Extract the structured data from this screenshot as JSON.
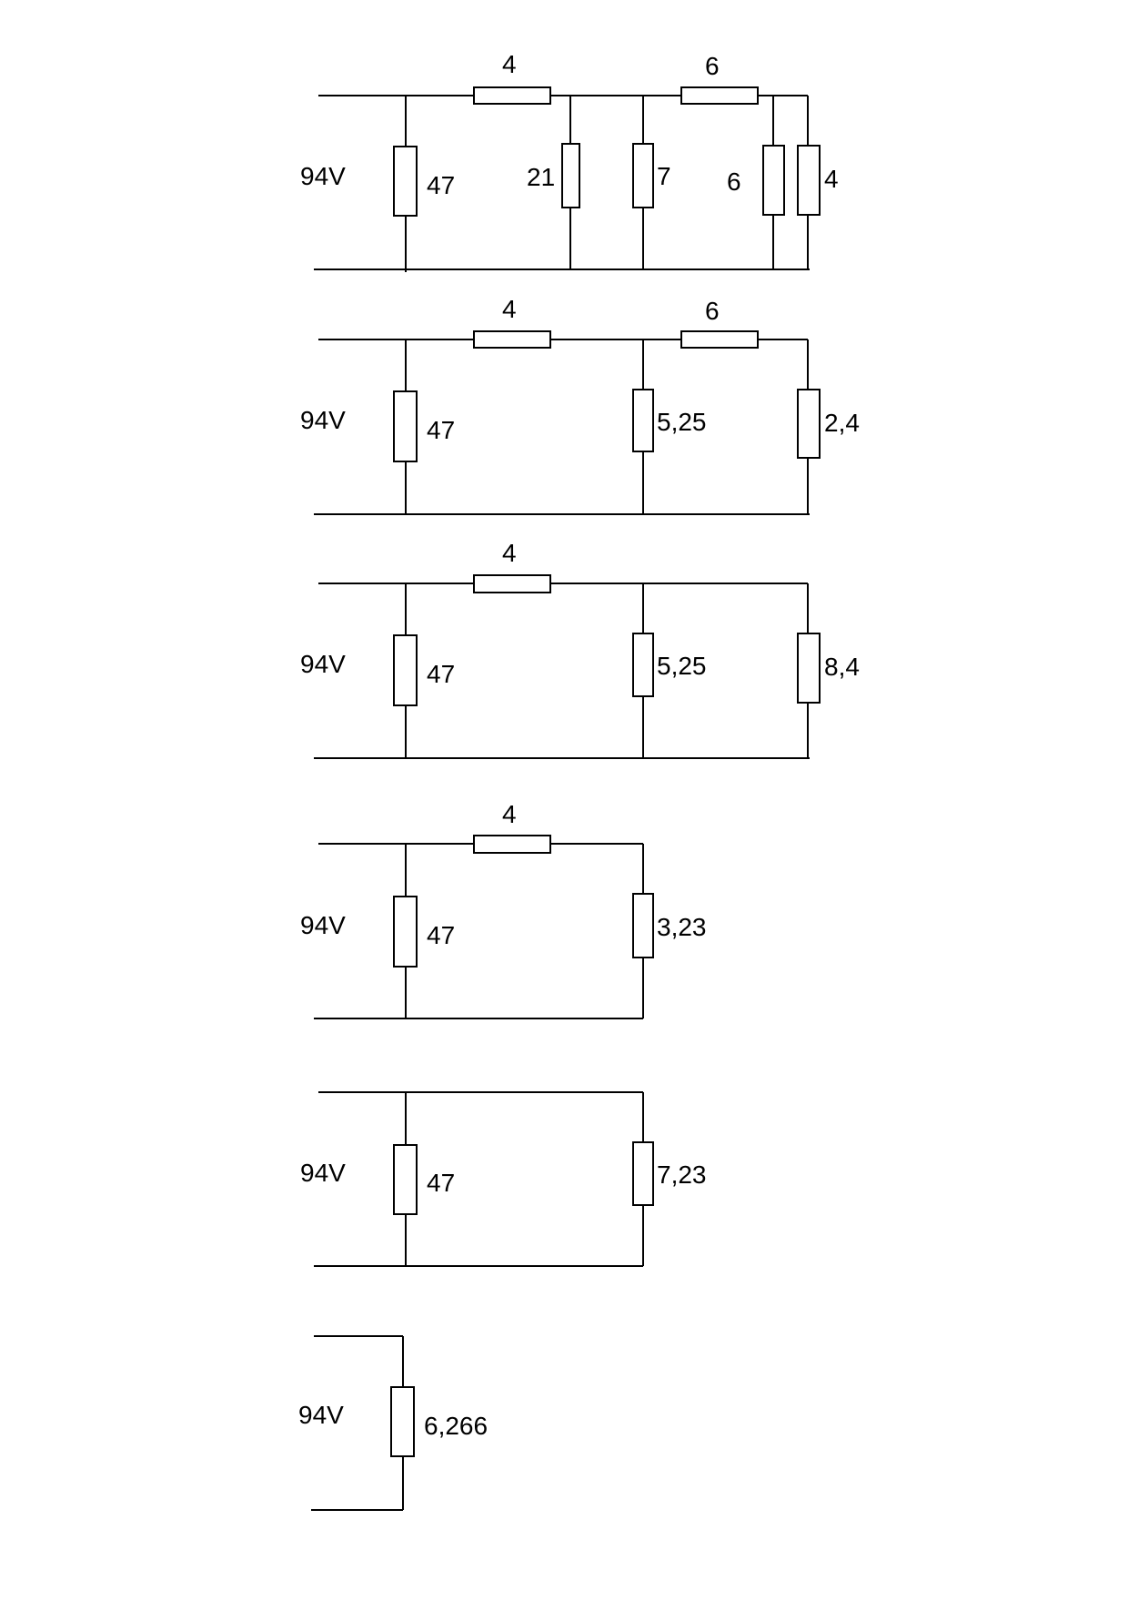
{
  "colors": {
    "wire": "#000000",
    "background": "#ffffff"
  },
  "diagrams": [
    {
      "source_label": "94V",
      "resistors": [
        {
          "value": "47"
        },
        {
          "value": "4"
        },
        {
          "value": "21"
        },
        {
          "value": "7"
        },
        {
          "value": "6"
        },
        {
          "value": "6"
        },
        {
          "value": "4"
        }
      ]
    },
    {
      "source_label": "94V",
      "resistors": [
        {
          "value": "47"
        },
        {
          "value": "4"
        },
        {
          "value": "5,25"
        },
        {
          "value": "6"
        },
        {
          "value": "2,4"
        }
      ]
    },
    {
      "source_label": "94V",
      "resistors": [
        {
          "value": "47"
        },
        {
          "value": "4"
        },
        {
          "value": "5,25"
        },
        {
          "value": "8,4"
        }
      ]
    },
    {
      "source_label": "94V",
      "resistors": [
        {
          "value": "47"
        },
        {
          "value": "4"
        },
        {
          "value": "3,23"
        }
      ]
    },
    {
      "source_label": "94V",
      "resistors": [
        {
          "value": "47"
        },
        {
          "value": "7,23"
        }
      ]
    },
    {
      "source_label": "94V",
      "resistors": [
        {
          "value": "6,266"
        }
      ]
    }
  ]
}
